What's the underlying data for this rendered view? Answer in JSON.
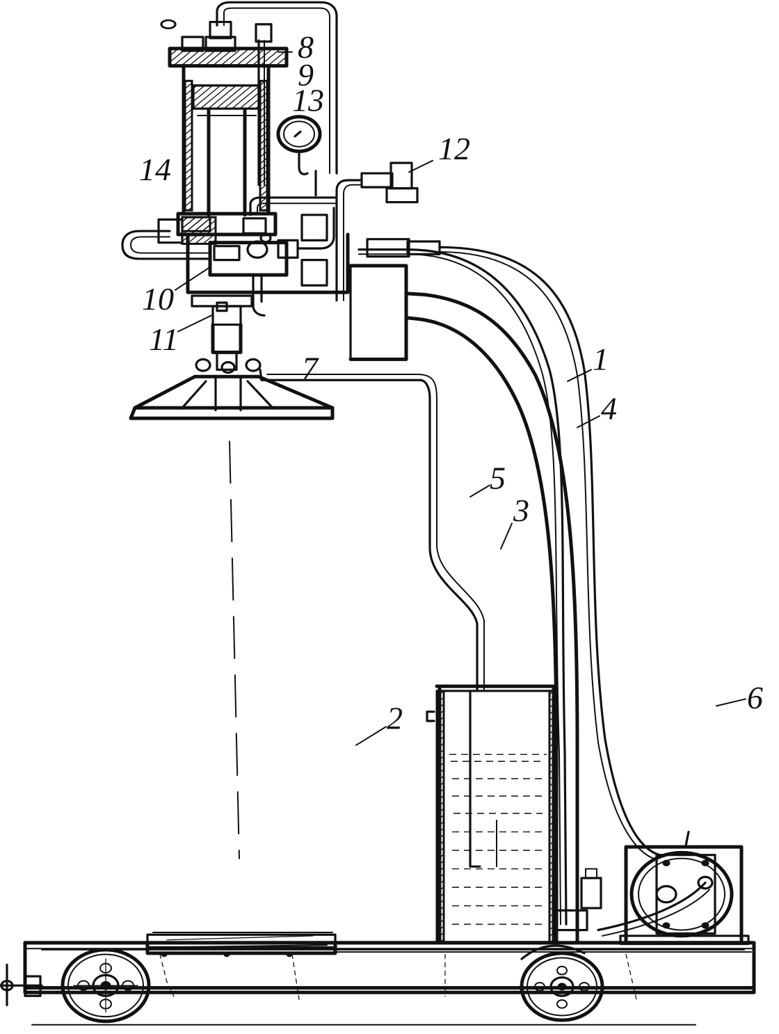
{
  "labels": {
    "l1": "1",
    "l2": "2",
    "l3": "3",
    "l4": "4",
    "l5": "5",
    "l6": "6",
    "l7": "7",
    "l8": "8",
    "l9": "9",
    "l10": "10",
    "l11": "11",
    "l12": "12",
    "l13": "13",
    "l14": "14"
  },
  "colors": {
    "ink": "#111111",
    "paper": "#ffffff"
  }
}
